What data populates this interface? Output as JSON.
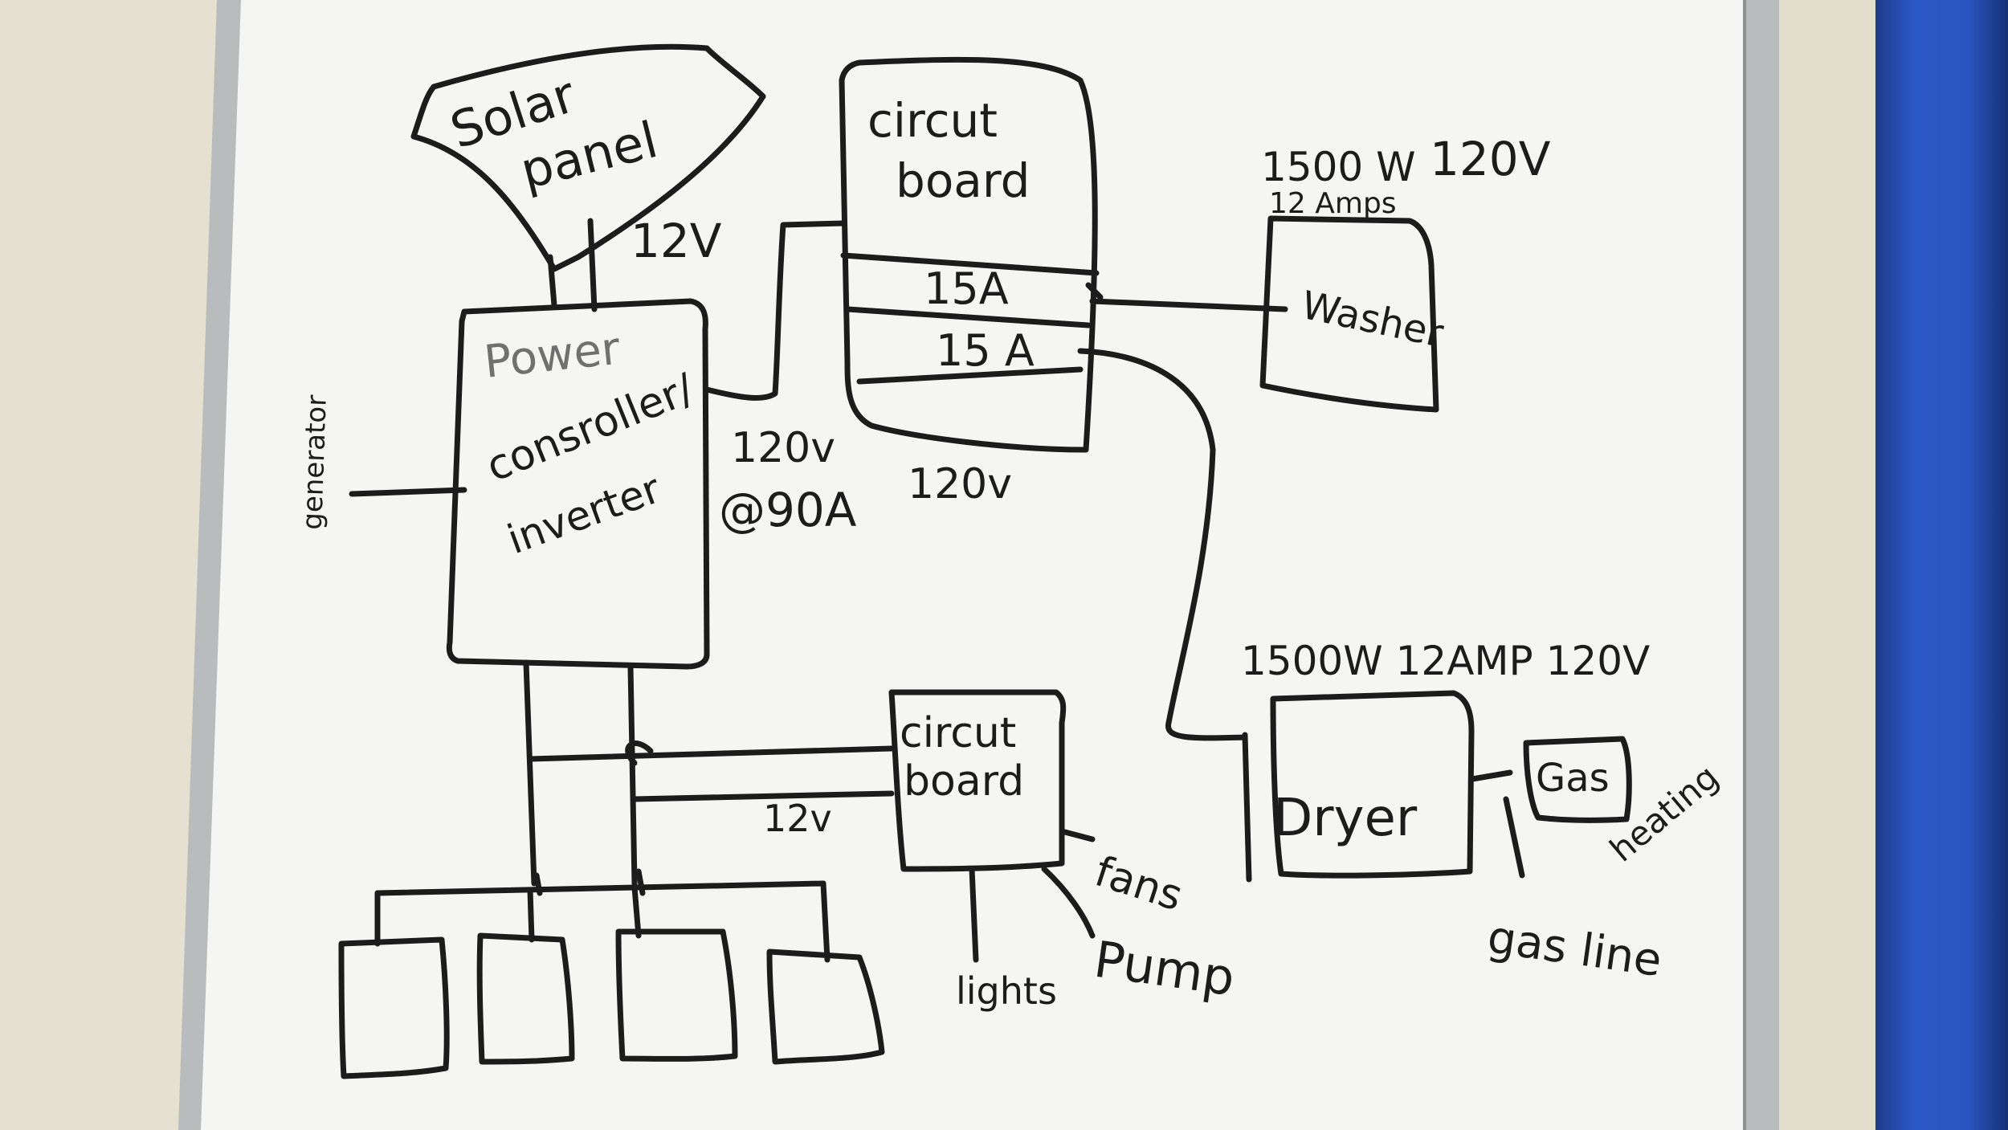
{
  "labels": {
    "solar_panel_1": "Solar",
    "solar_panel_2": "panel",
    "solar_voltage": "12V",
    "controller_1": "Power",
    "controller_2": "consroller/",
    "controller_3": "inverter",
    "generator": "generator",
    "controller_output_1": "120v",
    "controller_output_2": "@90A",
    "circuit_board_top_1": "circut",
    "circuit_board_top_2": "board",
    "breaker_1": "15A",
    "breaker_2": "15 A",
    "circuit_board_voltage": "120v",
    "washer_watts": "1500 W",
    "washer_volts": "120V",
    "washer_amps": "12 Amps",
    "washer": "Washer",
    "dryer_specs": "1500W 12AMP 120V",
    "dryer": "Dryer",
    "gas": "Gas",
    "heating": "heating",
    "gas_line": "gas line",
    "circuit_board_bottom_1": "circut",
    "circuit_board_bottom_2": "board",
    "battery_voltage": "12v",
    "fans": "fans",
    "pump": "Pump",
    "lights": "lights"
  },
  "colors": {
    "marker": "#1c1c1c",
    "whiteboard": "#f5f6f4",
    "frame": "#b9bcbd",
    "door": "#2a55c0"
  }
}
